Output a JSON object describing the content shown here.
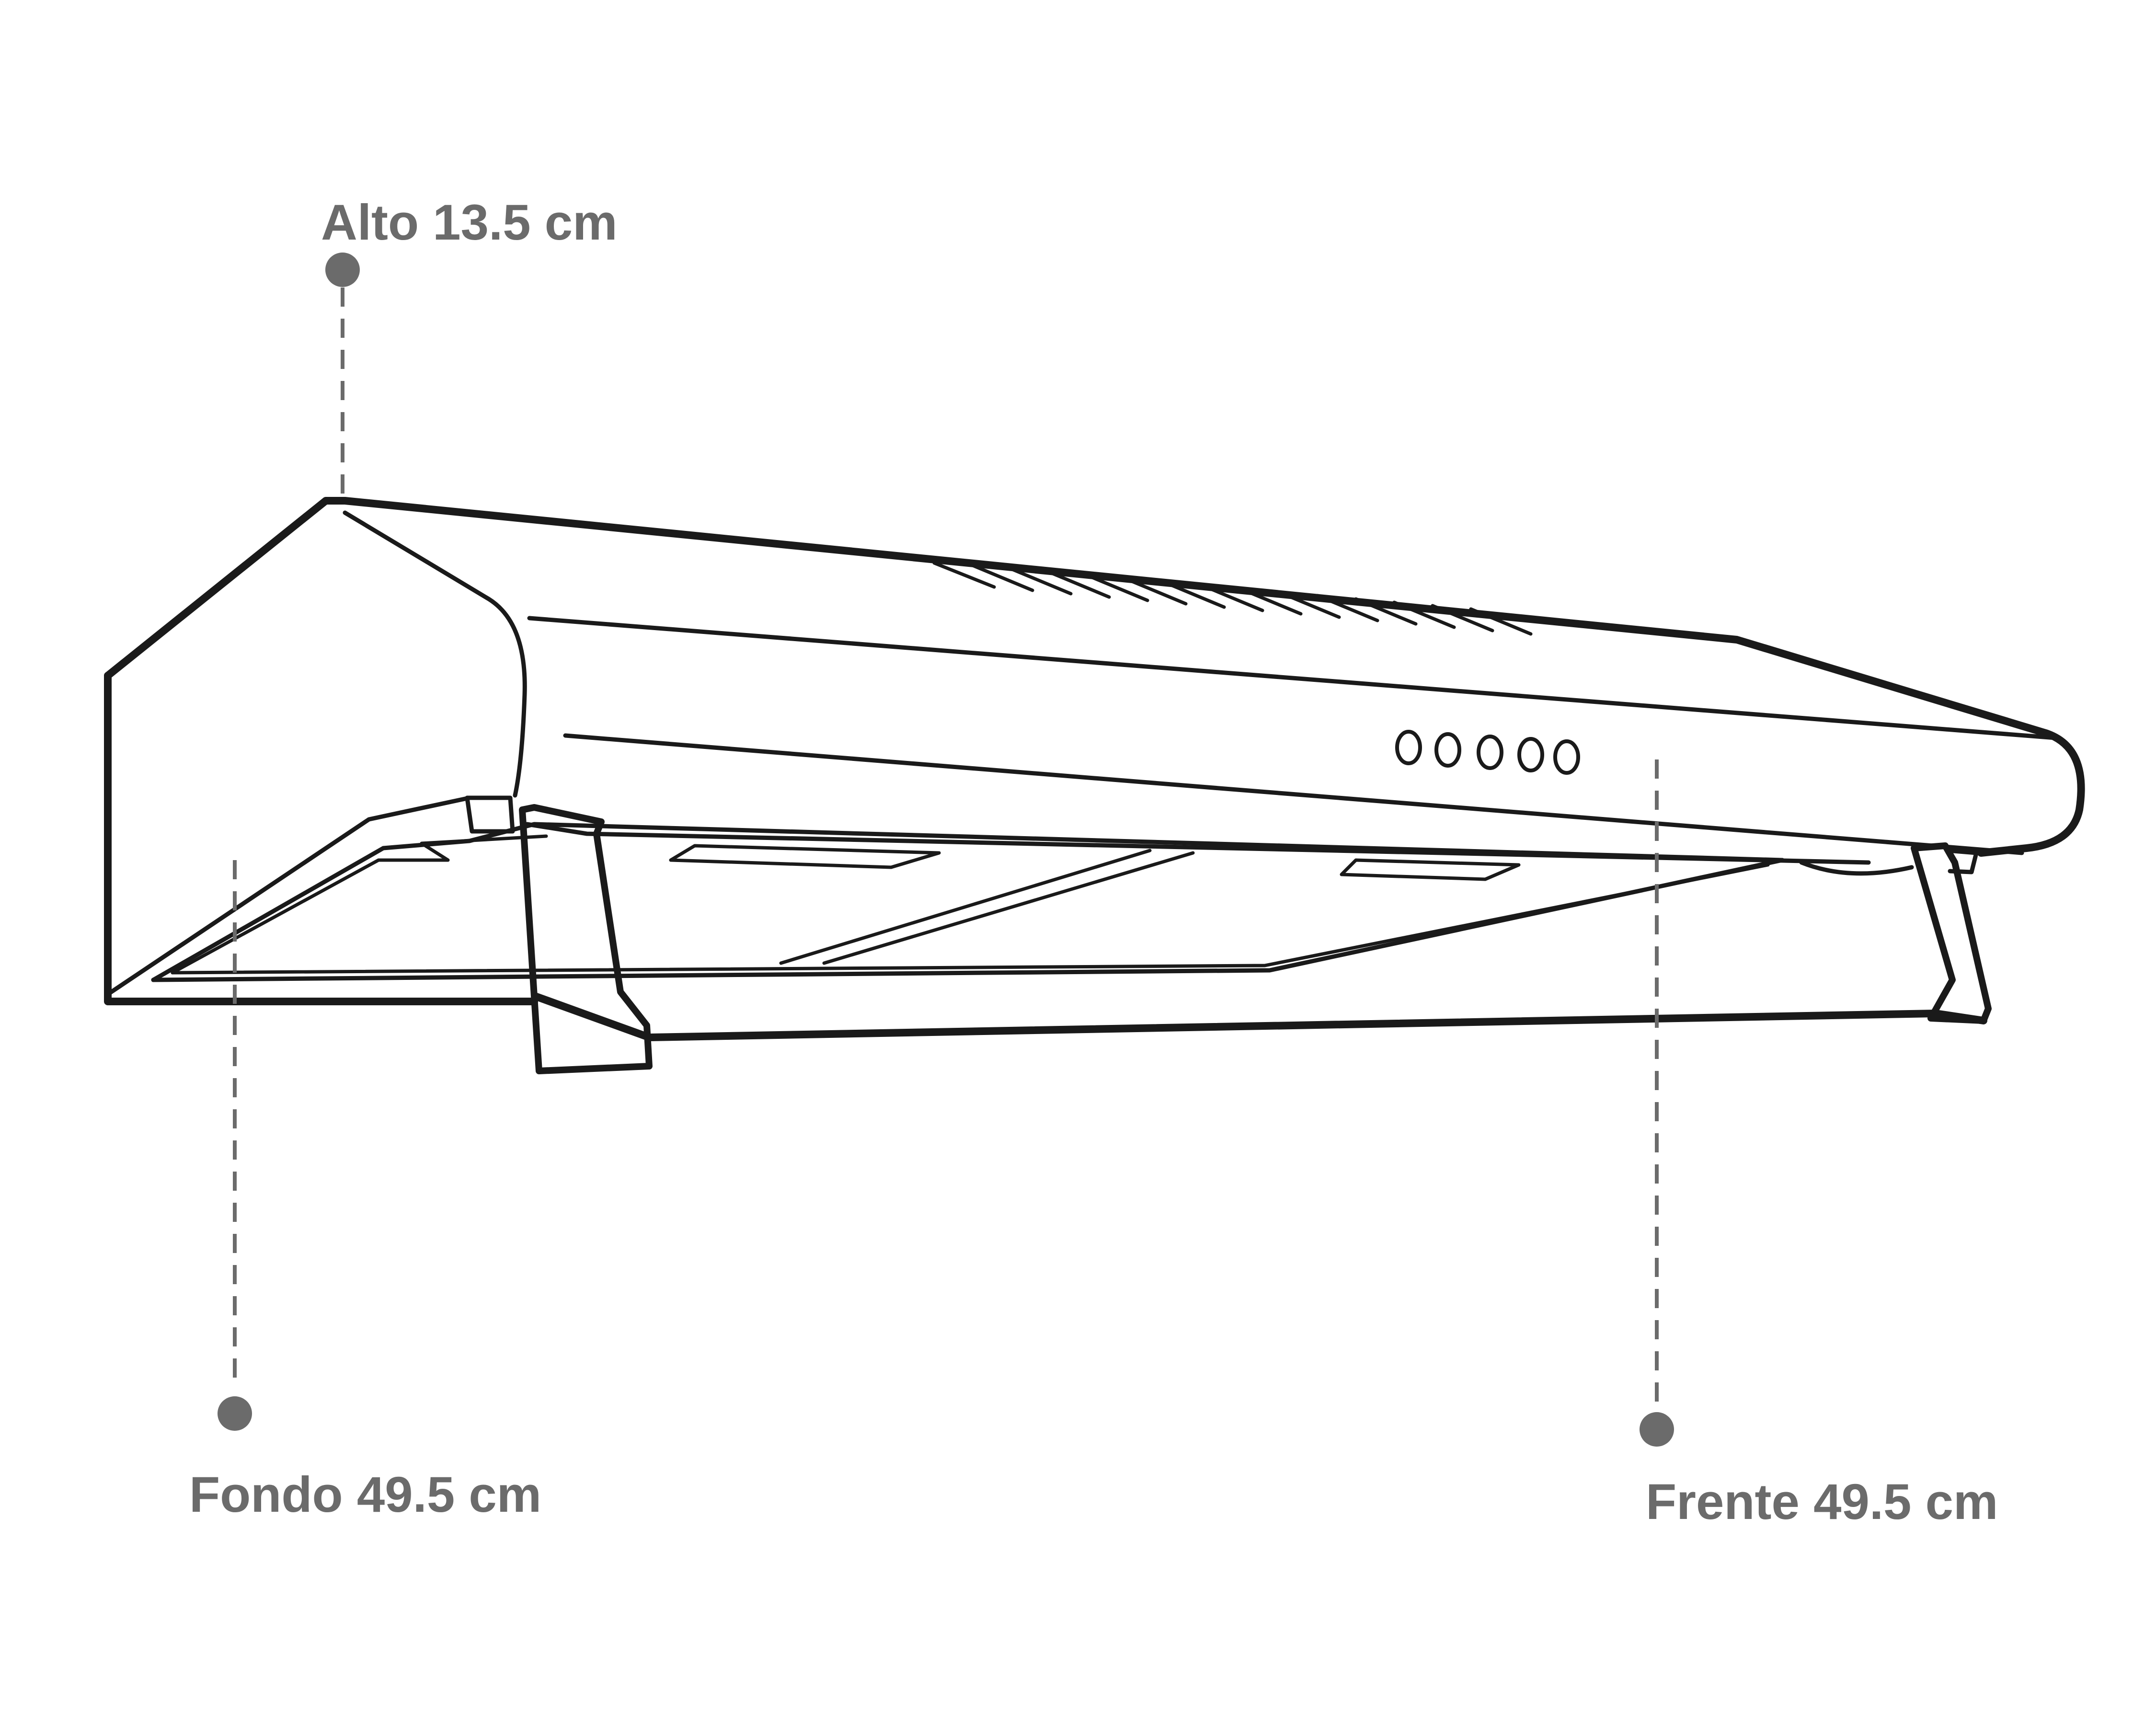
{
  "colors": {
    "background": "#ffffff",
    "outline": "#1a1a1a",
    "annotation": "#6b6b6b"
  },
  "dimensions": {
    "alto": "Alto 13.5 cm",
    "fondo": "Fondo 49.5 cm",
    "frente": "Frente 49.5 cm"
  },
  "controls": {
    "button_count": 5
  }
}
